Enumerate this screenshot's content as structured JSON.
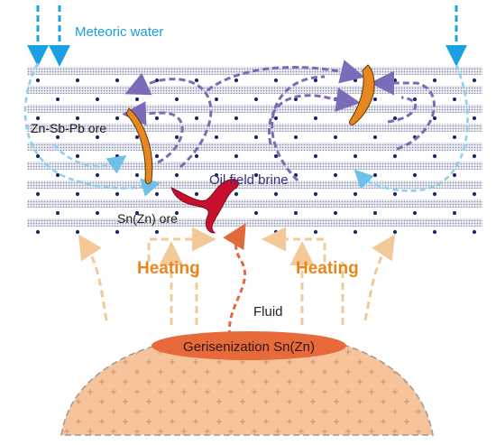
{
  "labels": {
    "meteoric_water": "Meteoric water",
    "zn_sb_pb_ore": "Zn-Sb-Pb ore",
    "oil_field_brine": "Oil field brine",
    "sn_zn_ore": "Sn(Zn) ore",
    "heating_left": "Heating",
    "heating_right": "Heating",
    "fluid": "Fluid",
    "greisenization": "Gerisenization Sn(Zn)"
  },
  "colors": {
    "meteoric_water": "#1aa0e0",
    "meteoric_circulation": "#8fd0ef",
    "brine_circulation": "#7a6cb8",
    "strata_band": "#c8ccd8",
    "strata_dot": "#1a2a66",
    "heating_text": "#e8861c",
    "heating_arrow": "#f3c99a",
    "fluid_arrow": "#e06a3a",
    "pluton_fill": "#f6c39a",
    "greisen_zone": "#e86a3a",
    "orebody_zn": "#e8871e",
    "orebody_sn": "#c8102e"
  },
  "icons": [
    "down-arrow-icon",
    "granite-cross-pattern"
  ]
}
